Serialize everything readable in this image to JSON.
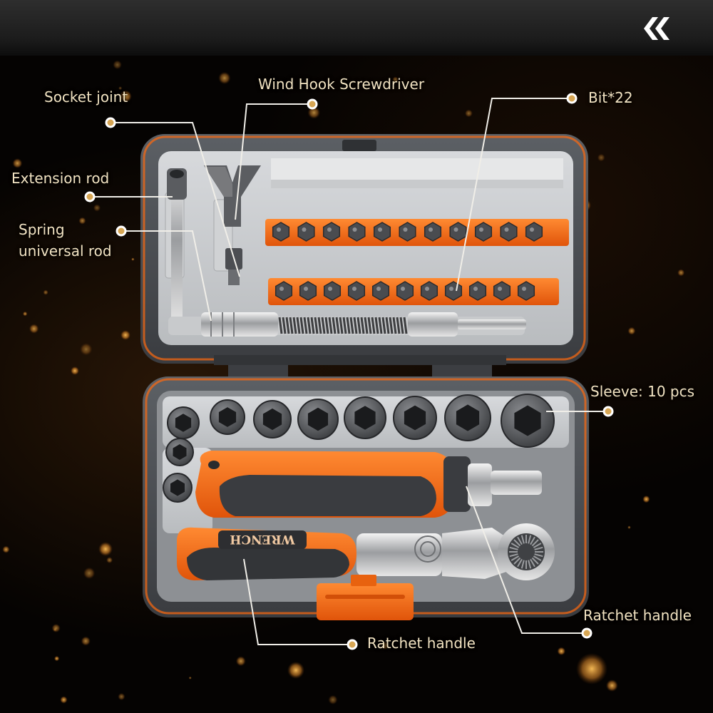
{
  "colors": {
    "accent": "#ff6a0e",
    "case_gray": "#4c4f53",
    "background": "#050302",
    "callout_text": "#f2e3c2",
    "callout_line": "#f0eee8",
    "dot_fill": "#d7a654"
  },
  "header": {
    "nav_icon": "double-chevron-left-icon"
  },
  "callouts": {
    "socket_joint": "Socket joint",
    "wind_hook_screwdriver": "Wind Hook Screwdriver",
    "bit": "Bit*22",
    "extension_rod": "Extension rod",
    "spring_line1": "Spring",
    "spring_line2": "universal rod",
    "sleeve": "Sleeve: 10 pcs",
    "ratchet_handle_right": "Ratchet handle",
    "ratchet_handle_bottom": "Ratchet handle"
  },
  "product": {
    "handle_brand": "WRENCH"
  }
}
